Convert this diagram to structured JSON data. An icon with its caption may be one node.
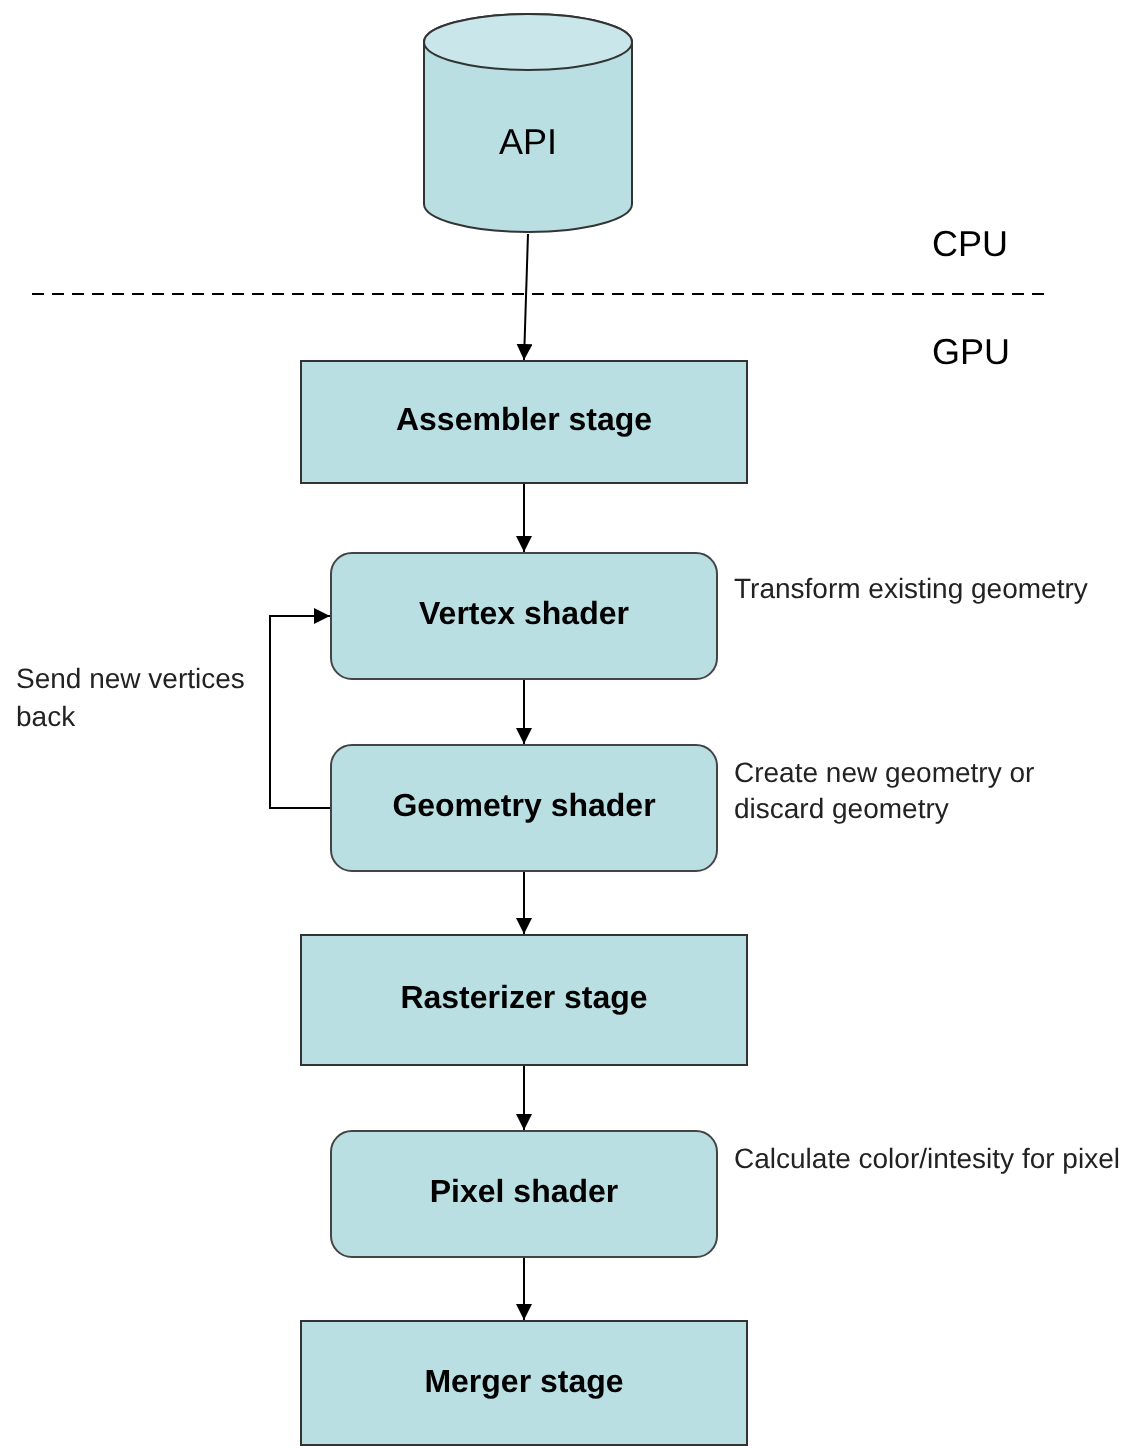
{
  "diagram": {
    "nodes": [
      {
        "text": [
          "API"
        ]
      },
      {
        "text": [
          "Assembler stage"
        ]
      },
      {
        "text": [
          "Vertex shader"
        ],
        "beside": [
          "Transform existing geometry"
        ]
      },
      {
        "text": [
          "Geometry shader"
        ],
        "beside": [
          "Create new geometry or discard geometry"
        ]
      },
      {
        "text": [
          "Rasterizer stage"
        ]
      },
      {
        "text": [
          "Pixel shader"
        ],
        "beside": [
          "Calculate color/intesity for pixel"
        ]
      },
      {
        "text": [
          "Merger stage"
        ]
      }
    ],
    "edges": [
      {
        "from": 0,
        "to": 1,
        "arrow": "to"
      },
      {
        "from": 1,
        "to": 2,
        "arrow": "to"
      },
      {
        "from": 2,
        "to": 3,
        "arrow": "to"
      },
      {
        "from": 3,
        "to": 4,
        "arrow": "to"
      },
      {
        "from": 4,
        "to": 5,
        "arrow": "to"
      },
      {
        "from": 5,
        "to": 6,
        "arrow": "to"
      },
      {
        "from": 3,
        "to": 2,
        "arrow": "to",
        "label": "Send new vertices back"
      }
    ],
    "labels": [
      "CPU",
      "GPU"
    ]
  }
}
